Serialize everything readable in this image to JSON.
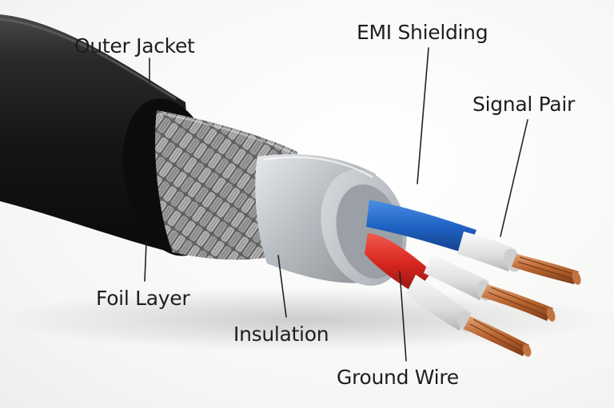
{
  "diagram": {
    "labels": {
      "outer_jacket": "Outer Jacket",
      "emi_shielding": "EMI Shielding",
      "signal_pair": "Signal Pair",
      "foil_layer": "Foil Layer",
      "insulation": "Insulation",
      "ground_wire": "Ground Wire"
    },
    "colors": {
      "jacket": "#1a1a1a",
      "braid": "#9a9a9a",
      "foil": "#c4c8cc",
      "blue_insulation": "#1f63c4",
      "red_insulation": "#d8261f",
      "white_insulation": "#e6e6e6",
      "copper": "#b8642f",
      "leader_line": "#222222"
    }
  }
}
